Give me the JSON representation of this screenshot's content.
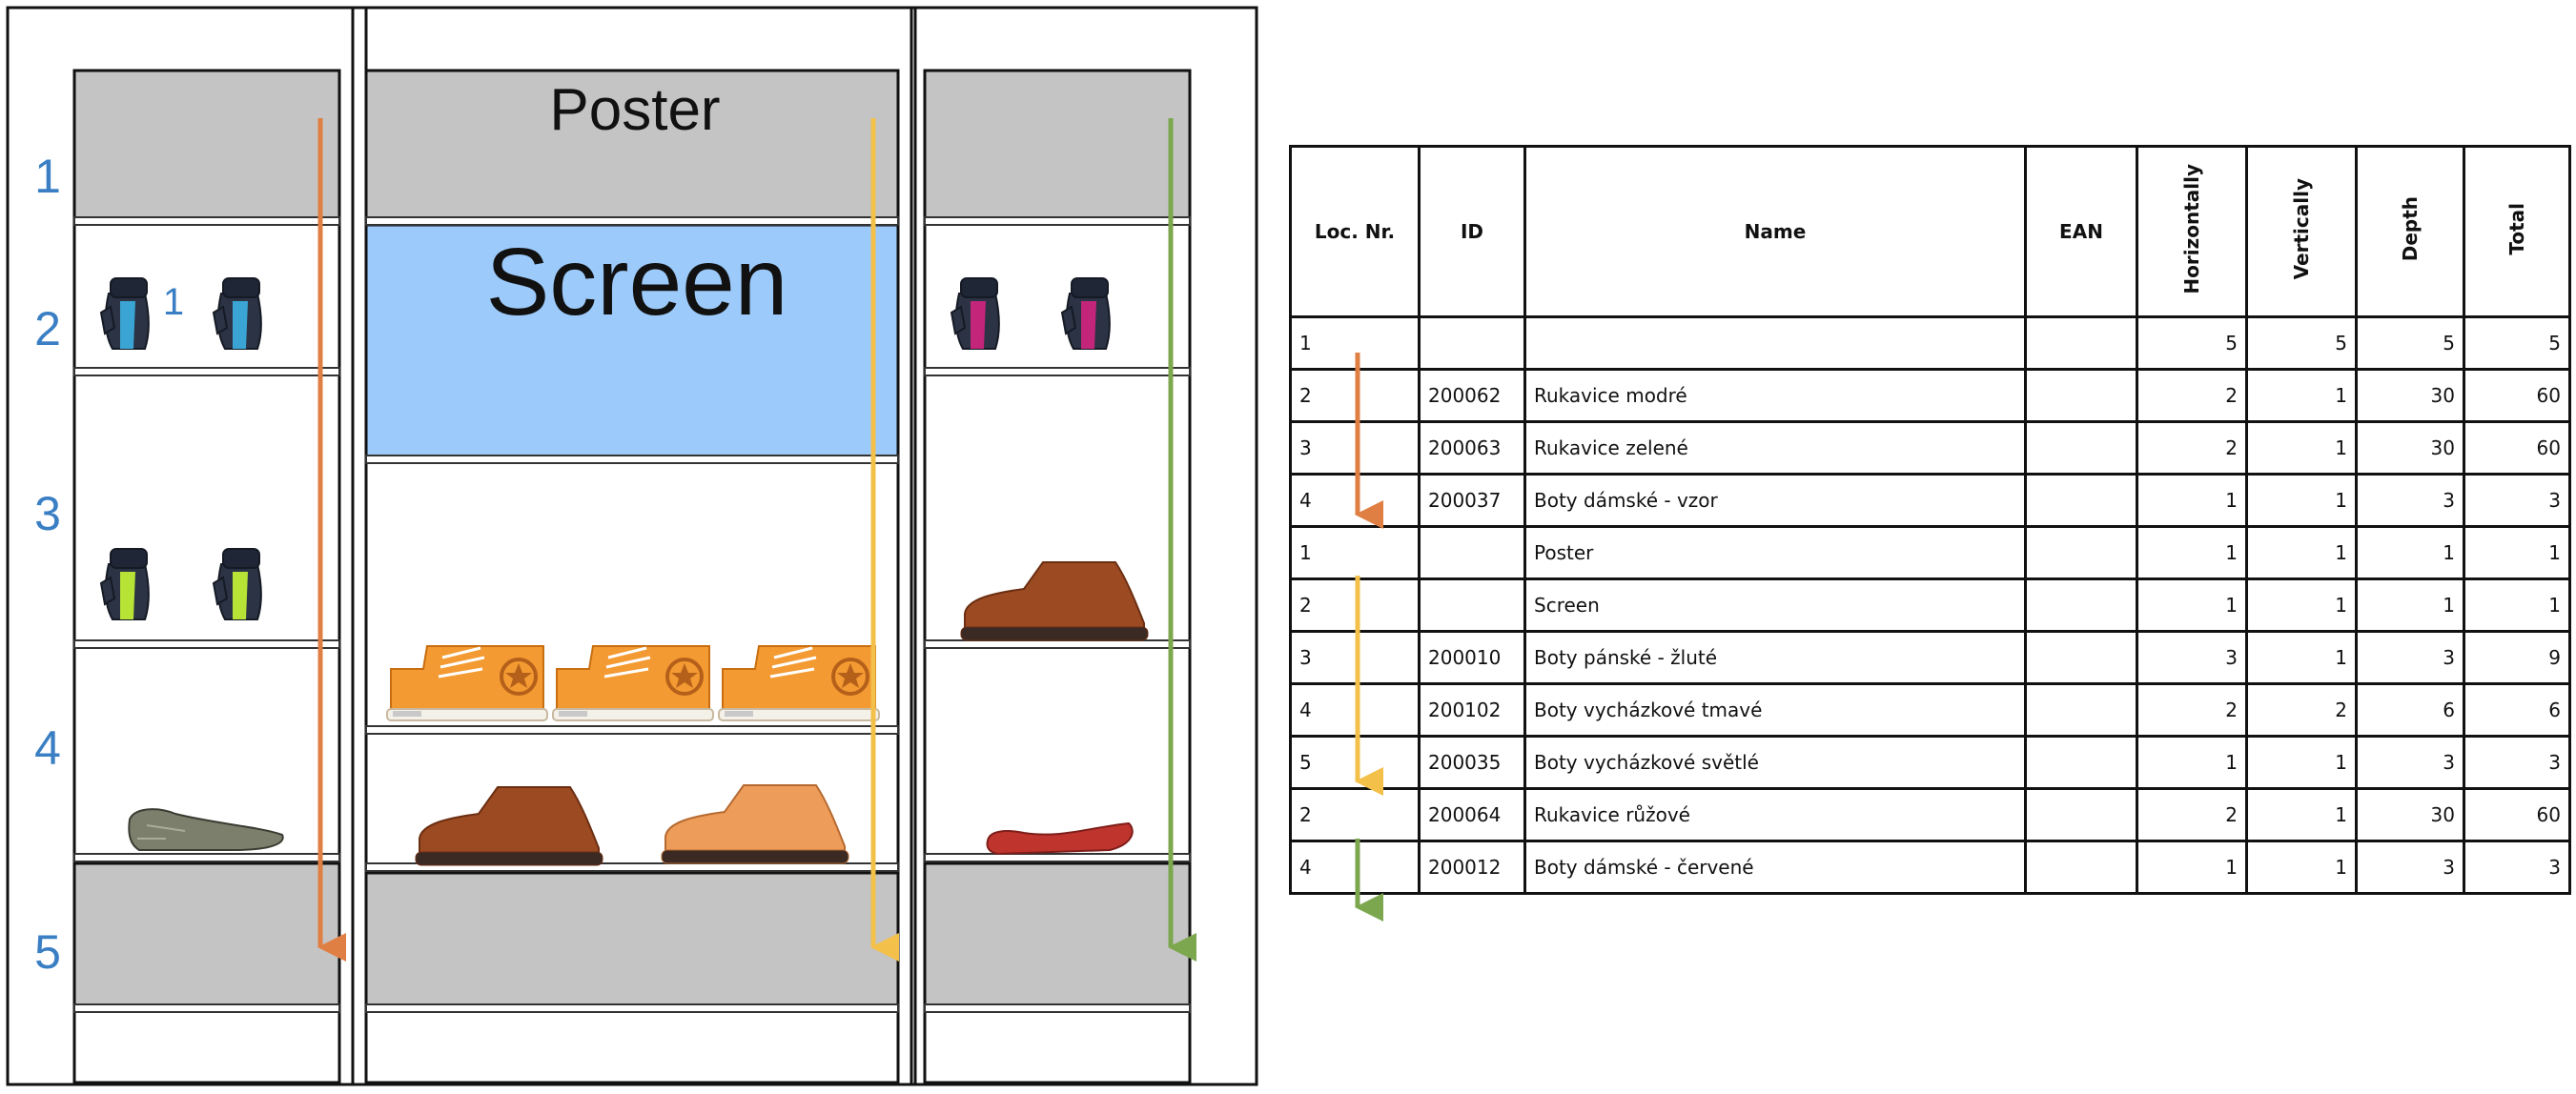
{
  "diagram": {
    "shelf_numbers": [
      "1",
      "2",
      "3",
      "4",
      "5"
    ],
    "poster_label": "Poster",
    "screen_label": "Screen",
    "stray_label": "1",
    "arrow_colors": {
      "left": "#e07f43",
      "middle": "#f3c04a",
      "right": "#7ca74f"
    },
    "colors": {
      "shelf_gray": "#c4c4c4",
      "screen_blue": "#9ccafa",
      "number_blue": "#3a7fc4"
    }
  },
  "table": {
    "columns": [
      "Loc. Nr.",
      "ID",
      "Name",
      "EAN",
      "Horizontally",
      "Vertically",
      "Depth",
      "Total"
    ],
    "rows": [
      {
        "loc": "1",
        "id": "",
        "name": "",
        "ean": "",
        "h": "5",
        "v": "5",
        "d": "5",
        "total": "5"
      },
      {
        "loc": "2",
        "id": "200062",
        "name": "Rukavice modré",
        "ean": "",
        "h": "2",
        "v": "1",
        "d": "30",
        "total": "60"
      },
      {
        "loc": "3",
        "id": "200063",
        "name": "Rukavice zelené",
        "ean": "",
        "h": "2",
        "v": "1",
        "d": "30",
        "total": "60"
      },
      {
        "loc": "4",
        "id": "200037",
        "name": "Boty dámské - vzor",
        "ean": "",
        "h": "1",
        "v": "1",
        "d": "3",
        "total": "3"
      },
      {
        "loc": "1",
        "id": "",
        "name": "Poster",
        "ean": "",
        "h": "1",
        "v": "1",
        "d": "1",
        "total": "1"
      },
      {
        "loc": "2",
        "id": "",
        "name": "Screen",
        "ean": "",
        "h": "1",
        "v": "1",
        "d": "1",
        "total": "1"
      },
      {
        "loc": "3",
        "id": "200010",
        "name": "Boty pánské - žluté",
        "ean": "",
        "h": "3",
        "v": "1",
        "d": "3",
        "total": "9"
      },
      {
        "loc": "4",
        "id": "200102",
        "name": "Boty vycházkové tmavé",
        "ean": "",
        "h": "2",
        "v": "2",
        "d": "6",
        "total": "6"
      },
      {
        "loc": "5",
        "id": "200035",
        "name": "Boty vycházkové světlé",
        "ean": "",
        "h": "1",
        "v": "1",
        "d": "3",
        "total": "3"
      },
      {
        "loc": "2",
        "id": "200064",
        "name": "Rukavice růžové",
        "ean": "",
        "h": "2",
        "v": "1",
        "d": "30",
        "total": "60"
      },
      {
        "loc": "4",
        "id": "200012",
        "name": "Boty dámské - červené",
        "ean": "",
        "h": "1",
        "v": "1",
        "d": "3",
        "total": "3"
      }
    ]
  }
}
